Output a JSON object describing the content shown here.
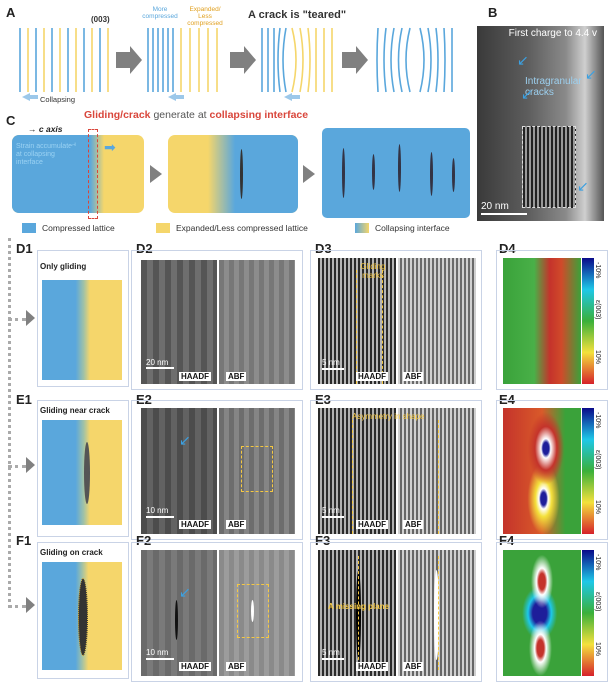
{
  "panel_labels": [
    "A",
    "B",
    "C",
    "D1",
    "D2",
    "D3",
    "D4",
    "E1",
    "E2",
    "E3",
    "E4",
    "F1",
    "F2",
    "F3",
    "F4"
  ],
  "panel_a": {
    "plane_label": "(003)",
    "more_compressed": "More compressed",
    "less_compressed": "Expanded/ Less compressed",
    "crack_title": "A crack is \"teared\"",
    "collapsing": "Collapsing"
  },
  "panel_b": {
    "charge": "First charge to 4.4 v",
    "cracks": "Intragranular cracks",
    "scale": "20 nm"
  },
  "panel_c": {
    "title_red": "Gliding/crack",
    "title_mid": " generate at ",
    "title_red2": "collapsing interface",
    "c_axis": "c axis",
    "strain": "Strain accumulated at collapsing interface",
    "legend": [
      "Compressed lattice",
      "Expanded/Less compressed lattice",
      "Collapsing interface"
    ]
  },
  "row_d": {
    "title": "Only gliding",
    "scale_d2": "20 nm",
    "scale_d3": "5 nm",
    "note": "Gliding marks"
  },
  "row_e": {
    "title": "Gliding near crack",
    "scale_e2": "10 nm",
    "scale_e3": "5 nm",
    "note": "Asymmetry in shape"
  },
  "row_f": {
    "title": "Gliding on crack",
    "scale_f2": "10 nm",
    "scale_f3": "5 nm",
    "note": "A missing plane"
  },
  "detectors": {
    "haadf": "HAADF",
    "abf": "ABF"
  },
  "strain_map": {
    "top": "-10%",
    "label": "ε(003)",
    "bottom": "10%"
  },
  "colors": {
    "compressed": "#5aa7dc",
    "expanded": "#f5d66b",
    "arrow": "#808080",
    "accent": "#e8a317",
    "crack_red": "#d9463b"
  }
}
